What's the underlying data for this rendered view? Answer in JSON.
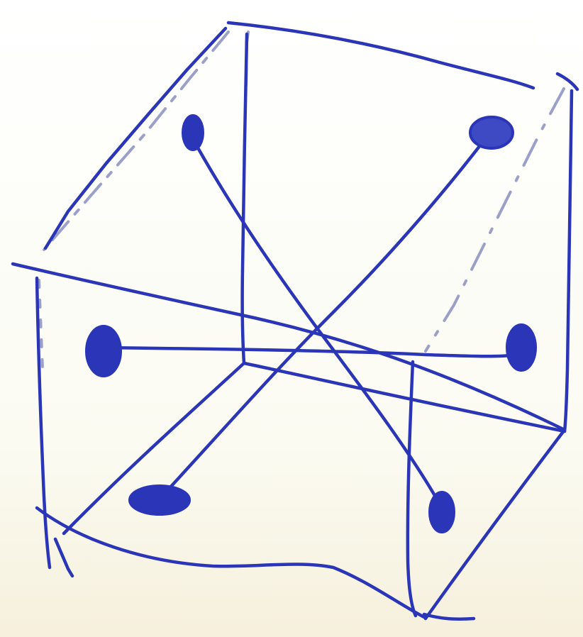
{
  "drawing": {
    "subject": "cube",
    "ink_color": "#2a35b8",
    "paper_color": "#fbfbf4",
    "faint_line_color": "#9aa0c8",
    "dot_count": 6,
    "dots": [
      {
        "name": "dot-upper-left"
      },
      {
        "name": "dot-upper-right"
      },
      {
        "name": "dot-middle-left"
      },
      {
        "name": "dot-middle-right"
      },
      {
        "name": "dot-lower-left"
      },
      {
        "name": "dot-lower-right"
      }
    ]
  }
}
